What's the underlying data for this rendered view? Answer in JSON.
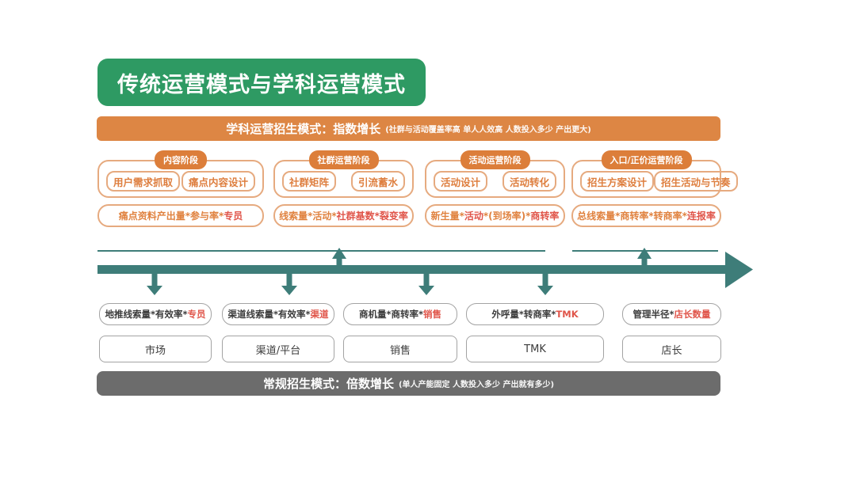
{
  "title": "传统运营模式与学科运营模式",
  "top_banner": {
    "main": "学科运营招生模式：指数增长",
    "sub": "(社群与活动覆盖率高 单人人效高 人数投入多少 产出更大)"
  },
  "columns": [
    {
      "tab": "内容阶段",
      "boxes": [
        "用户需求抓取",
        "痛点内容设计"
      ],
      "metrics": [
        {
          "text": "痛点资料产出量*参与率*",
          "color": "orange"
        },
        {
          "text": "专员",
          "color": "red"
        }
      ]
    },
    {
      "tab": "社群运营阶段",
      "boxes": [
        "社群矩阵",
        "引流蓄水"
      ],
      "metrics": [
        {
          "text": "线索量*活动*",
          "color": "orange"
        },
        {
          "text": "社群基数*裂变率",
          "color": "red"
        }
      ]
    },
    {
      "tab": "活动运营阶段",
      "boxes": [
        "活动设计",
        "活动转化"
      ],
      "metrics": [
        {
          "text": "新生量*",
          "color": "orange"
        },
        {
          "text": "活动",
          "color": "red"
        },
        {
          "text": "*(到场率)*",
          "color": "orange"
        },
        {
          "text": "商转率",
          "color": "red"
        }
      ]
    },
    {
      "tab": "入口/正价运营阶段",
      "boxes": [
        "招生方案设计",
        "招生活动与节奏"
      ],
      "metrics": [
        {
          "text": "总线索量*商转率*转商率*",
          "color": "orange"
        },
        {
          "text": "连报率",
          "color": "red"
        }
      ]
    }
  ],
  "bottom_metrics": [
    [
      {
        "text": "地推线索量*有效率*",
        "color": "black"
      },
      {
        "text": "专员",
        "color": "red"
      }
    ],
    [
      {
        "text": "渠道线索量*有效率*",
        "color": "black"
      },
      {
        "text": "渠道",
        "color": "red"
      }
    ],
    [
      {
        "text": "商机量*商转率*",
        "color": "black"
      },
      {
        "text": "销售",
        "color": "red"
      }
    ],
    [
      {
        "text": "外呼量*转商率*",
        "color": "black"
      },
      {
        "text": "TMK",
        "color": "red"
      }
    ],
    [
      {
        "text": "管理半径*",
        "color": "black"
      },
      {
        "text": "店长数量",
        "color": "red"
      }
    ]
  ],
  "roles": [
    "市场",
    "渠道/平台",
    "销售",
    "TMK",
    "店长"
  ],
  "bottom_banner": {
    "main": "常规招生模式：倍数增长",
    "sub": "(单人产能固定 人数投入多少 产出就有多少)"
  },
  "colors": {
    "title_green": "#2e9a63",
    "banner_orange": "#dd8644",
    "tab_orange": "#dc7e3a",
    "border_orange": "#e6aa7f",
    "text_orange": "#e0823f",
    "text_red": "#e0554a",
    "arrow_teal": "#3e7d79",
    "banner_gray": "#6c6c6c",
    "box_border_gray": "#a3a3a3",
    "text_dark": "#3c3c3c"
  }
}
